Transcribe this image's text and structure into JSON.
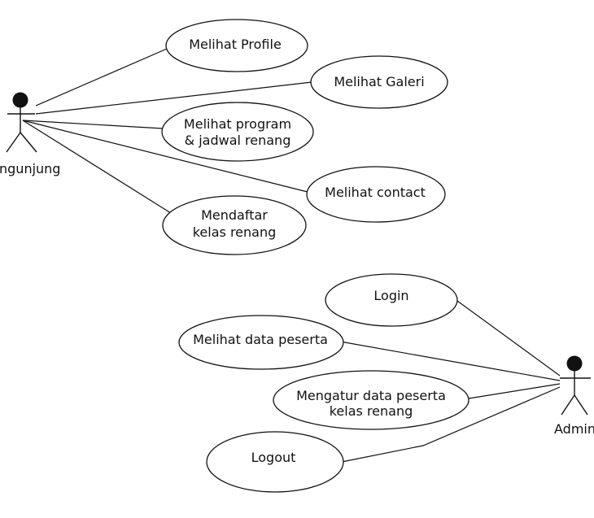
{
  "actors": {
    "pengunjung": {
      "label": "ngunjung"
    },
    "admin": {
      "label": "Admin"
    }
  },
  "use_cases": {
    "melihat_profile": {
      "lines": [
        "Melihat Profile"
      ]
    },
    "melihat_galeri": {
      "lines": [
        "Melihat Galeri"
      ]
    },
    "melihat_program": {
      "lines": [
        "Melihat program",
        "& jadwal renang"
      ]
    },
    "melihat_contact": {
      "lines": [
        "Melihat contact"
      ]
    },
    "mendaftar": {
      "lines": [
        "Mendaftar",
        "kelas renang"
      ]
    },
    "login": {
      "lines": [
        "Login"
      ]
    },
    "melihat_data_peserta": {
      "lines": [
        "Melihat data peserta"
      ]
    },
    "mengatur_data_peserta": {
      "lines": [
        "Mengatur data peserta",
        "kelas renang"
      ]
    },
    "logout": {
      "lines": [
        "Logout"
      ]
    }
  }
}
